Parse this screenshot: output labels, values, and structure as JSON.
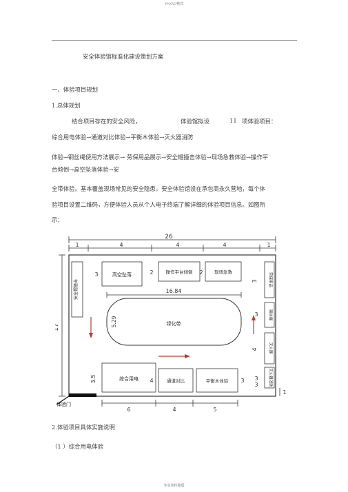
{
  "header": "WORD格式",
  "footer": "专业资料整理",
  "title": "安全体验馆标准化建设策划方案",
  "section1": "一、体验项目规划",
  "sub1": "1.总体规划",
  "para1": {
    "a": "结合项目存在的安全风险，",
    "b": "体验馆拟设",
    "c": "11",
    "d": "项体验项目："
  },
  "line2": "综合用电体验→通道对比体验→平衡木体验→灭火器消防",
  "line3": "体验→钢丝绳使用方法展示→ 劳保用品展示→安全帽撞击体验→现场急救体验→操作平",
  "line4": "台倾倒→高空坠落体验→安",
  "line5": "全带体验。基本覆盖现场常见的安全隐患。安全体验馆设在承包商永久营地，每个体",
  "line6": "验项目设置二维码，方便体验人员从个人电子终端了解详细的体验项目信息。如图所",
  "line7": "示：",
  "plan": {
    "total_width": "26",
    "top_dims": [
      "1",
      "4",
      "4",
      "4",
      "1"
    ],
    "height": "17",
    "room_dims": [
      "3",
      "2",
      "2",
      "3",
      "4",
      "3",
      "4",
      "3",
      "3",
      "3",
      "3.5"
    ],
    "track_len": "16.84",
    "track_h": "5.29",
    "bottom_dims": [
      "6",
      "4",
      "5"
    ],
    "side_1": "1",
    "rooms": {
      "left_tall": "安全帽撞击",
      "high_fall": "高空坠落",
      "platform": "操作平台倾倒",
      "aid": "现场急救",
      "right_1": "劳保用品",
      "right_2": "钢丝绳",
      "right_3": "灭火器",
      "right_4": "灭火器消防",
      "track": "绿化带",
      "power": "综合用电",
      "channel": "通道对比",
      "beam": "平衡木体验"
    },
    "entrance": "体验门"
  },
  "sub2": "2.体验项目具体实施说明",
  "item1": "（1 ）综合用电体验"
}
